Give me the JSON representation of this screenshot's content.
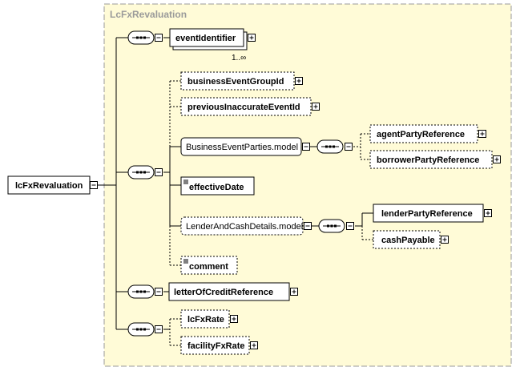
{
  "diagram": {
    "root": {
      "label": "lcFxRevaluation"
    },
    "group": {
      "title": "LcFxRevaluation"
    },
    "elements": {
      "event_identifier": {
        "label": "eventIdentifier",
        "occurrence": "1..∞"
      },
      "business_event_group_id": {
        "label": "businessEventGroupId"
      },
      "previous_inaccurate_event_id": {
        "label": "previousInaccurateEventId"
      },
      "business_event_parties_model": {
        "label": "BusinessEventParties.model"
      },
      "agent_party_reference": {
        "label": "agentPartyReference"
      },
      "borrower_party_reference": {
        "label": "borrowerPartyReference"
      },
      "effective_date": {
        "label": "effectiveDate"
      },
      "lender_and_cash_details_model": {
        "label": "LenderAndCashDetails.model"
      },
      "lender_party_reference": {
        "label": "lenderPartyReference"
      },
      "cash_payable": {
        "label": "cashPayable"
      },
      "comment": {
        "label": "comment"
      },
      "letter_of_credit_reference": {
        "label": "letterOfCreditReference"
      },
      "lc_fx_rate": {
        "label": "lcFxRate"
      },
      "facility_fx_rate": {
        "label": "facilityFxRate"
      }
    },
    "colors": {
      "group_fill": "#fffbd7",
      "group_border": "#9a9a9a",
      "box_fill": "#ffffff",
      "line": "#000000"
    }
  }
}
